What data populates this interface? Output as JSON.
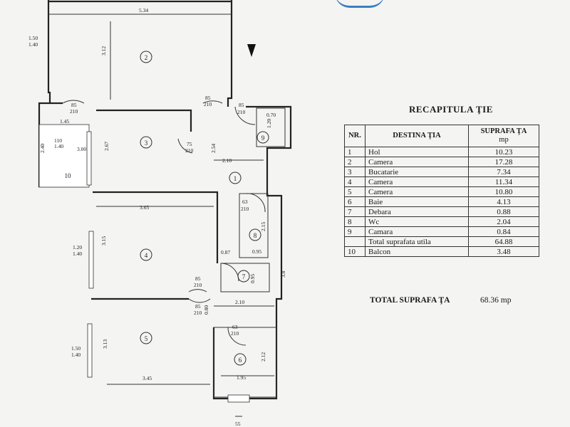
{
  "plan": {
    "dims": {
      "d534": "5.34",
      "d312": "3.12",
      "d150": "1.50",
      "d140a": "1.40",
      "d85a": "85",
      "d210a": "210",
      "d85b": "85",
      "d210b": "210",
      "d85c": "85",
      "d210c": "210",
      "d145": "1.45",
      "d070": "0.70",
      "d120": "1.20",
      "d300": "3.00",
      "d240": "2.40",
      "d267": "2.67",
      "d75": "75",
      "d210d": "210",
      "d254": "2.54",
      "d210e": "2.10",
      "d365": "3.65",
      "d315": "3.15",
      "d63a": "63",
      "d210f": "210",
      "d215": "2.15",
      "d120b": "1.20",
      "d140b": "1.40",
      "d087": "0.87",
      "d095": "0.95",
      "d85d": "85",
      "d210g": "210",
      "d095b": "0.95",
      "d85e": "85",
      "d210h": "210",
      "d210i": "2.10",
      "d080": "0.80",
      "d63b": "63",
      "d210j": "210",
      "d150b": "1.50",
      "d140c": "1.40",
      "d313": "3.13",
      "d212": "2.12",
      "d345": "3.45",
      "d195": "1.95",
      "d38": "3.8",
      "d55": "55",
      "d110": "110",
      "d140d": "1.40"
    },
    "rooms": {
      "r1": "1",
      "r2": "2",
      "r3": "3",
      "r4": "4",
      "r5": "5",
      "r6": "6",
      "r7": "7",
      "r8": "8",
      "r9": "9",
      "r10": "10"
    }
  },
  "recap": {
    "title": "RECAPITULA ŢIE",
    "headers": {
      "nr": "NR.",
      "destinatie": "DESTINA ŢIA",
      "suprafata": "SUPRAFA ŢA",
      "unit": "mp"
    },
    "rows": [
      {
        "nr": "1",
        "name": "Hol",
        "value": "10.23"
      },
      {
        "nr": "2",
        "name": "Camera",
        "value": "17.28"
      },
      {
        "nr": "3",
        "name": "Bucatarie",
        "value": "7.34"
      },
      {
        "nr": "4",
        "name": "Camera",
        "value": "11.34"
      },
      {
        "nr": "5",
        "name": "Camera",
        "value": "10.80"
      },
      {
        "nr": "6",
        "name": "Baie",
        "value": "4.13"
      },
      {
        "nr": "7",
        "name": "Debara",
        "value": "0.88"
      },
      {
        "nr": "8",
        "name": "Wc",
        "value": "2.04"
      },
      {
        "nr": "9",
        "name": "Camara",
        "value": "0.84"
      }
    ],
    "subtotal": {
      "name": "Total suprafata utila",
      "value": "64.88"
    },
    "balcon": {
      "nr": "10",
      "name": "Balcon",
      "value": "3.48"
    },
    "total_label": "TOTAL SUPRAFA ŢA",
    "total_value": "68.36 mp"
  }
}
